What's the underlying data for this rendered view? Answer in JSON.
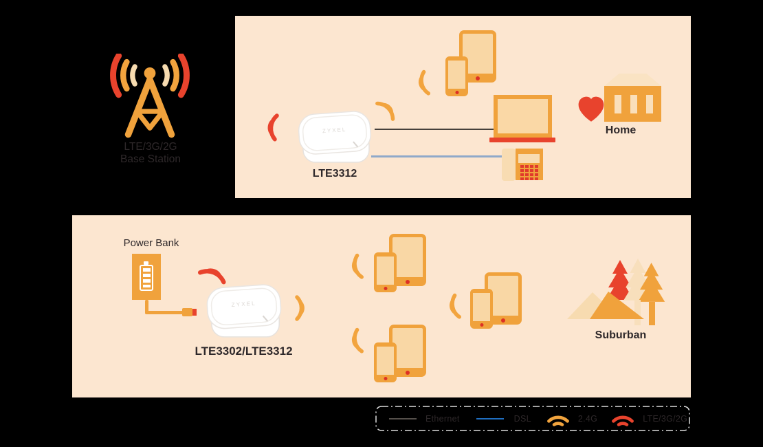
{
  "colors": {
    "page_bg": "#000000",
    "panel_bg": "#FCE6D0",
    "orange": "#F0A23C",
    "wifi_orange": "#F2A43E",
    "red": "#E8432D",
    "cream": "#F8DCB2",
    "screen_fill": "#F9D7A5",
    "dsl_blue": "#1F6EC0",
    "ethernet_gray": "#55504B",
    "text_dark": "#2E282A"
  },
  "base_station": {
    "line1": "LTE/3G/2G",
    "line2": "Base Station"
  },
  "top_scene": {
    "router_label": "LTE3312",
    "brand": "ZYXEL",
    "home_label": "Home"
  },
  "bottom_scene": {
    "power_bank_label": "Power Bank",
    "router_label": "LTE3302/LTE3312",
    "brand": "ZYXEL",
    "suburban_label": "Suburban"
  },
  "legend": {
    "ethernet": "Ethernet",
    "dsl": "DSL",
    "wifi24": "2.4G",
    "lte": "LTE/3G/2G"
  }
}
